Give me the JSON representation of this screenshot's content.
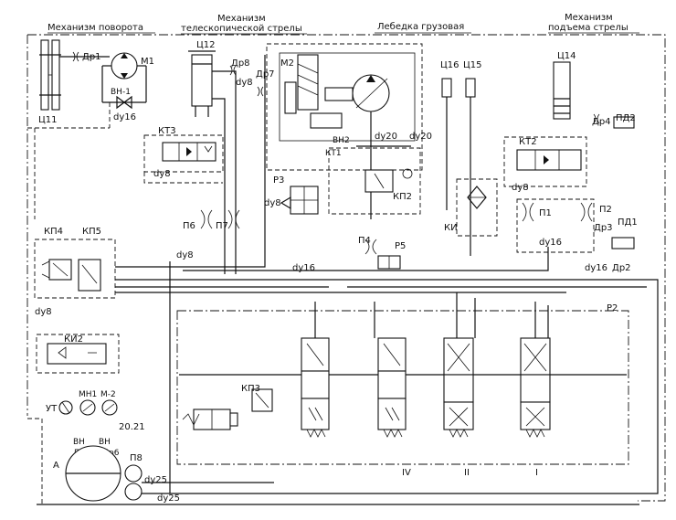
{
  "headings": {
    "rotation": "Механизм поворота",
    "telescopic_1": "Механизм",
    "telescopic_2": "телескопической стрелы",
    "winch": "Лебедка грузовая",
    "lift_1": "Механизм",
    "lift_2": "подъема стрелы"
  },
  "labels": {
    "c11": "Ц11",
    "dr1": "Др1",
    "m1": "М1",
    "vn1": "ВН-1",
    "du16_a": "dy16",
    "c12": "Ц12",
    "dr8": "Др8",
    "du8_tele": "dy8",
    "dr7": "Др7",
    "m2": "М2",
    "vn2": "ВН2",
    "du20_a": "dy20",
    "du20_b": "dy20",
    "c16": "Ц16",
    "c15": "Ц15",
    "c14": "Ц14",
    "dr4": "Др4",
    "pd2": "ПД2",
    "kt3": "КТ3",
    "du8_kt3": "dy8",
    "p3": "Р3",
    "du8_p3": "dy8",
    "kt1": "КТ1",
    "kp2": "КП2",
    "ki1": "КИ",
    "kt2": "КТ2",
    "du8_kt2": "dy8",
    "p1": "П1",
    "p2": "П2",
    "dr3": "Др3",
    "pd1": "ПД1",
    "du16_b": "dy16",
    "p6": "П6",
    "p7": "П7",
    "p4": "П4",
    "p5": "Р5",
    "kp4": "КП4",
    "kp5": "КП5",
    "du8_mid": "dy8",
    "du16_mid": "dy16",
    "du16_r": "dy16",
    "dr2": "Др2",
    "du8_left": "dy8",
    "ki2": "КИ2",
    "p2_dist": "Р2",
    "kp3": "КП3",
    "ut": "УТ",
    "mn1": "МН1",
    "m2_gauge": "М-2",
    "g2021": "20.21",
    "vn3": "ВН",
    "vn4": "ВН",
    "dr5": "Др5",
    "dr6": "Др6",
    "tank": "А",
    "p8": "П8",
    "du25_a": "dy25",
    "du25_b": "dy25",
    "sec_iv": "IV",
    "sec_ii": "II",
    "sec_i": "I"
  }
}
